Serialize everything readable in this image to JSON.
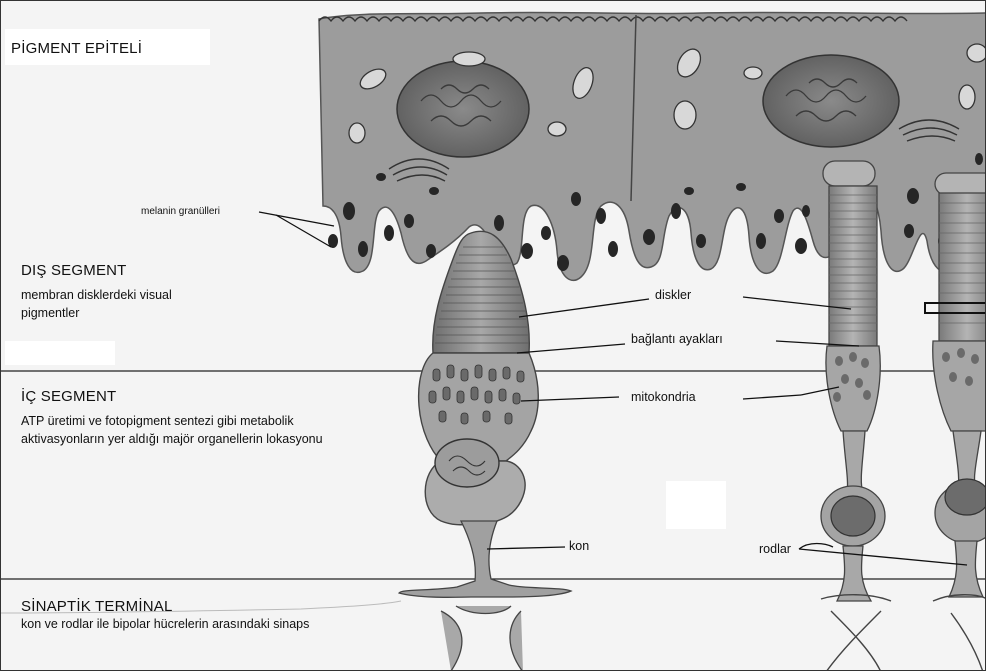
{
  "sections": {
    "pigment_epithelium": {
      "title": "PİGMENT EPİTELİ"
    },
    "outer_segment": {
      "title": "DIŞ SEGMENT",
      "desc": "membran disklerdeki visual pigmentler"
    },
    "inner_segment": {
      "title": "İÇ SEGMENT",
      "desc": "ATP üretimi ve fotopigment sentezi gibi metabolik aktivasyonların yer aldığı majör organellerin lokasyonu"
    },
    "synaptic_terminal": {
      "title": "SİNAPTİK TERMİNAL",
      "desc": "kon ve rodlar ile bipolar hücrelerin arasındaki sinaps"
    }
  },
  "labels": {
    "melanin": "melanin granülleri",
    "discs": "diskler",
    "connecting_cilia": "bağlantı ayakları",
    "mitochondria": "mitokondria",
    "cone": "kon",
    "rods": "rodlar"
  },
  "colors": {
    "cell_fill": "#9a9a9a",
    "cell_dark": "#6a6a6a",
    "granule": "#2a2a2a",
    "background": "#f4f4f4"
  }
}
